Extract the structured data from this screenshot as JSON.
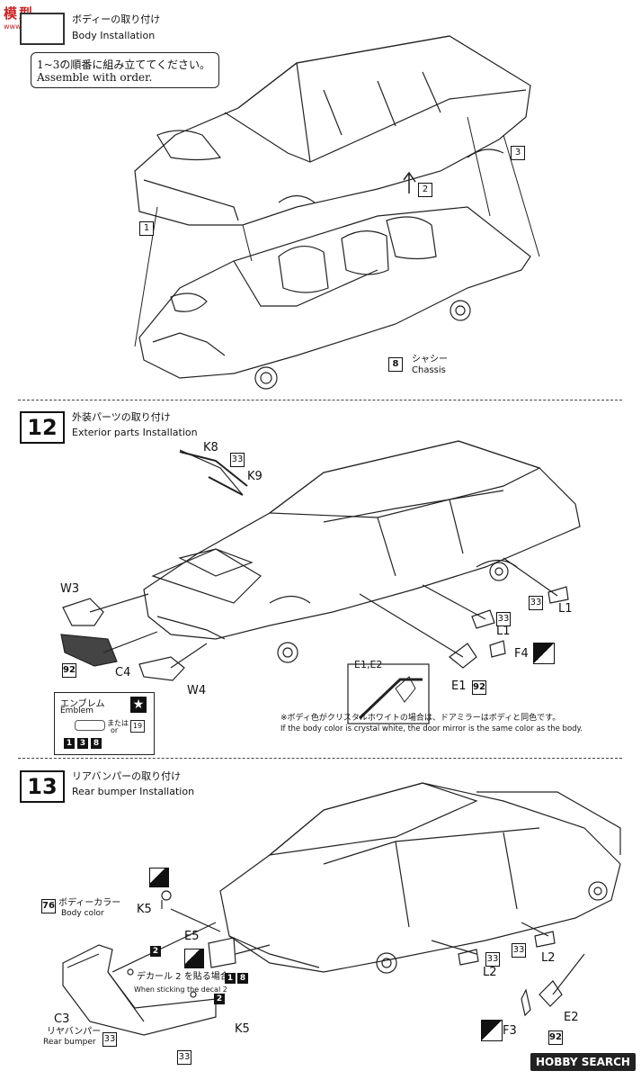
{
  "watermark": {
    "top": "模型",
    "bottom": "www.moxing.net"
  },
  "step11": {
    "title_ja": "ボディーの取り付け",
    "title_en": "Body Installation",
    "note_ja": "1~3の順番に組み立ててください。",
    "note_en": "Assemble with order.",
    "order1": "1",
    "order2": "2",
    "order3": "3",
    "chassis_no": "8",
    "chassis_ja": "シャシー",
    "chassis_en": "Chassis"
  },
  "step12": {
    "number": "12",
    "title_ja": "外装パーツの取り付け",
    "title_en": "Exterior parts Installation",
    "parts": {
      "k8": "K8",
      "k9": "K9",
      "w3": "W3",
      "c4": "C4",
      "w4": "W4",
      "l1a": "L1",
      "l1b": "L1",
      "f4": "F4",
      "e1": "E1",
      "e1e2": "E1,E2"
    },
    "paint": {
      "p33a": "33",
      "p33b": "33",
      "p33c": "33",
      "p92a": "92",
      "p92b": "92"
    },
    "emblem_ja": "エンブレム",
    "emblem_en": "Emblem",
    "or_ja": "または",
    "or_en": "or",
    "decal19": "19",
    "nums": [
      "1",
      "3",
      "8"
    ],
    "note_ja": "※ボディ色がクリスタルホワイトの場合は、ドアミラーはボディと同色です。",
    "note_en": "If the body color is crystal white, the door mirror is the same color as the body."
  },
  "step13": {
    "number": "13",
    "title_ja": "リアバンパーの取り付け",
    "title_en": "Rear bumper Installation",
    "k5a": "K5",
    "k5b": "K5",
    "e5": "E5",
    "c3": "C3",
    "l2a": "L2",
    "l2b": "L2",
    "f3": "F3",
    "e2": "E2",
    "bodycolor_no": "76",
    "bodycolor_ja": "ボディーカラー",
    "bodycolor_en": "Body color",
    "bumper_ja": "リヤバンパー",
    "bumper_en": "Rear bumper",
    "decal_ja": "デカール 2 を貼る場合",
    "decal_en": "When sticking the decal 2",
    "two_a": "2",
    "two_b": "2",
    "nums": [
      "1",
      "8"
    ],
    "paint": {
      "p33a": "33",
      "p33b": "33",
      "p33c": "33",
      "p33d": "33",
      "p92": "92"
    }
  },
  "footer": {
    "logo": "HOBBY SEARCH"
  }
}
